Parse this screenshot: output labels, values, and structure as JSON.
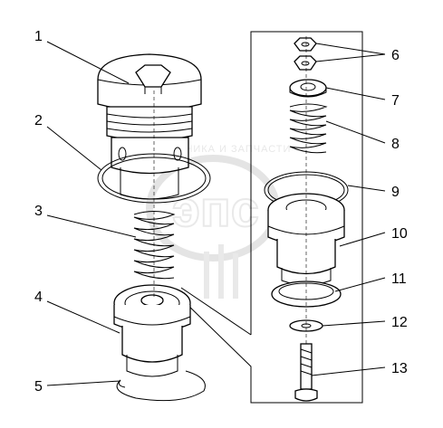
{
  "watermark": {
    "text": "ТЕХНИКА И ЗАПЧАСТИ",
    "emblem_letters": "эпс"
  },
  "callouts": [
    "1",
    "2",
    "3",
    "4",
    "5",
    "6",
    "7",
    "8",
    "9",
    "10",
    "11",
    "12",
    "13"
  ]
}
